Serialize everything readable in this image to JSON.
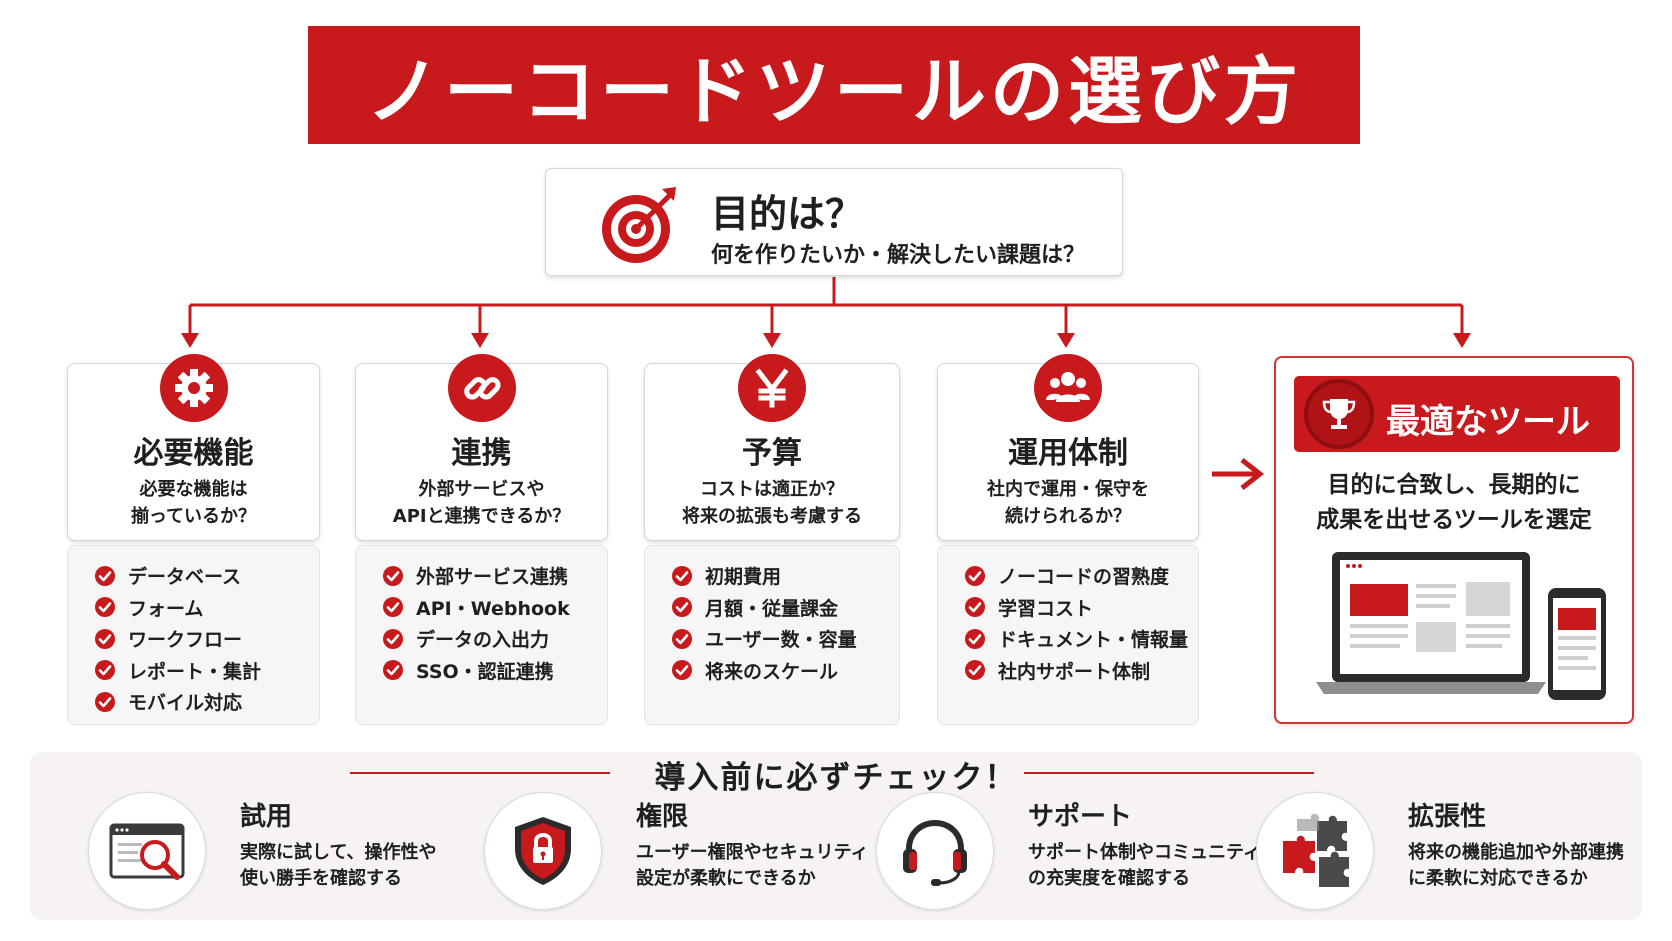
{
  "title": "ノーコードツールの選び方",
  "purpose": {
    "title": "目的は？",
    "subtitle": "何を作りたいか・解決したい課題は？"
  },
  "categories": [
    {
      "name": "必要機能",
      "question_line1": "必要な機能は",
      "question_line2": "揃っているか？",
      "icon": "gear-icon",
      "items": [
        "データベース",
        "フォーム",
        "ワークフロー",
        "レポート・集計",
        "モバイル対応"
      ]
    },
    {
      "name": "連携",
      "question_line1": "外部サービスや",
      "question_line2": "APIと連携できるか？",
      "icon": "link-icon",
      "items": [
        "外部サービス連携",
        "API・Webhook",
        "データの入出力",
        "SSO・認証連携"
      ]
    },
    {
      "name": "予算",
      "question_line1": "コストは適正か？",
      "question_line2": "将来の拡張も考慮する",
      "icon": "yen-icon",
      "items": [
        "初期費用",
        "月額・従量課金",
        "ユーザー数・容量",
        "将来のスケール"
      ]
    },
    {
      "name": "運用体制",
      "question_line1": "社内で運用・保守を",
      "question_line2": "続けられるか？",
      "icon": "people-icon",
      "items": [
        "ノーコードの習熟度",
        "学習コスト",
        "ドキュメント・情報量",
        "社内サポート体制"
      ]
    }
  ],
  "best": {
    "title": "最適なツール",
    "desc_line1": "目的に合致し、長期的に",
    "desc_line2": "成果を出せるツールを選定",
    "icon": "trophy-icon"
  },
  "checklist": {
    "title": "導入前に必ずチェック！",
    "items": [
      {
        "name": "試用",
        "desc_line1": "実際に試して、操作性や",
        "desc_line2": "使い勝手を確認する",
        "icon": "magnifier-window-icon"
      },
      {
        "name": "権限",
        "desc_line1": "ユーザー権限やセキュリティ",
        "desc_line2": "設定が柔軟にできるか",
        "icon": "shield-lock-icon"
      },
      {
        "name": "サポート",
        "desc_line1": "サポート体制やコミュニティ",
        "desc_line2": "の充実度を確認する",
        "icon": "headset-icon"
      },
      {
        "name": "拡張性",
        "desc_line1": "将来の機能追加や外部連携",
        "desc_line2": "に柔軟に対応できるか",
        "icon": "puzzle-icon"
      }
    ]
  },
  "colors": {
    "accent": "#c8191c",
    "panel": "#f7f6f6",
    "text": "#1f1f1f"
  }
}
